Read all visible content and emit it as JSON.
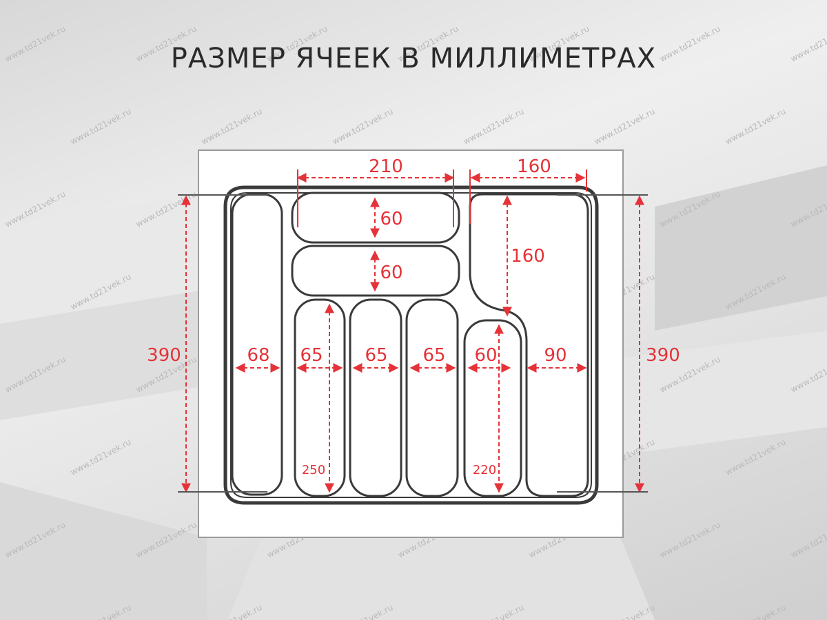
{
  "title": "РАЗМЕР ЯЧЕЕК В МИЛЛИМЕТРАХ",
  "watermark": "www.td21vek.ru",
  "colors": {
    "dimension": "#e53238",
    "tray_outline": "#3a3a3a",
    "title": "#2a2a2a"
  },
  "dimensions": {
    "top_left_width": "210",
    "top_right_width": "160",
    "slot1_height": "60",
    "slot2_height": "60",
    "right_upper_height": "160",
    "total_height_left": "390",
    "total_height_right": "390",
    "cell_68": "68",
    "cell_65_a": "65",
    "cell_65_b": "65",
    "cell_65_c": "65",
    "cell_60": "60",
    "cell_90": "90",
    "length_250": "250",
    "length_220": "220"
  }
}
